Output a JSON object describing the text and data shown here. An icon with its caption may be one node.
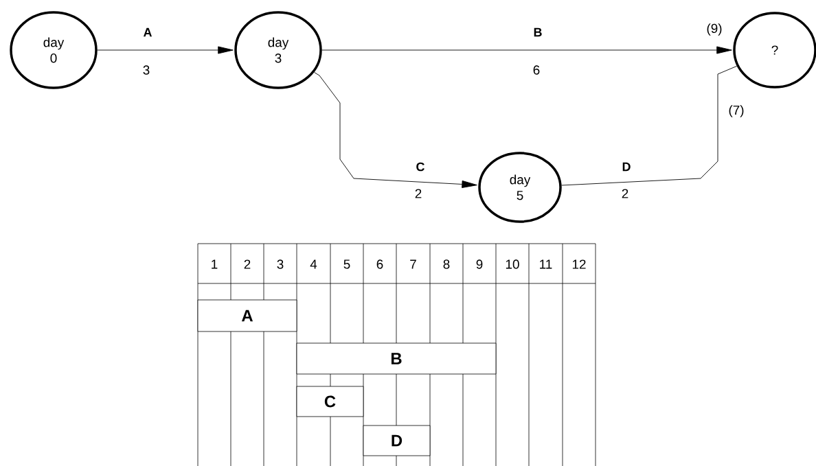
{
  "diagram": {
    "nodes": [
      {
        "text": [
          "day 0"
        ]
      },
      {
        "text": [
          "day 3"
        ]
      },
      {
        "text": [
          "day 5"
        ]
      },
      {
        "text": [
          "?"
        ]
      },
      {
        "text": [
          "A"
        ]
      },
      {
        "text": [
          "B"
        ]
      },
      {
        "text": [
          "C"
        ]
      },
      {
        "text": [
          "D"
        ]
      }
    ],
    "edges": [
      {
        "from": 0,
        "to": 1,
        "arrow": "to",
        "label": "A"
      },
      {
        "from": 1,
        "to": 3,
        "arrow": "to",
        "label": "B"
      },
      {
        "from": 1,
        "to": 2,
        "arrow": "to",
        "label": "C"
      },
      {
        "from": 2,
        "to": 3,
        "arrow": "none",
        "label": "D"
      }
    ],
    "labels": [
      "(9)",
      "3",
      "6",
      "(7)",
      "2",
      "2",
      "1",
      "2",
      "3",
      "4",
      "5",
      "6",
      "7",
      "8",
      "9",
      "10",
      "11",
      "12"
    ]
  }
}
